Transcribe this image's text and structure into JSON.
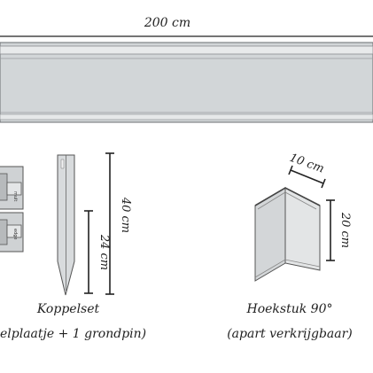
{
  "top": {
    "length_label": "200 cm"
  },
  "koppelset": {
    "title": "Koppelset",
    "subtitle": "elplaatje + 1 grondpin)",
    "pin_length_label": "40 cm",
    "pin_insert_label": "24 cm",
    "plate_text_1": "mult",
    "plate_text_2": "edge"
  },
  "hoekstuk": {
    "title": "Hoekstuk 90°",
    "subtitle": "(apart verkrijgbaar)",
    "width_label": "10 cm",
    "height_label": "20 cm"
  }
}
